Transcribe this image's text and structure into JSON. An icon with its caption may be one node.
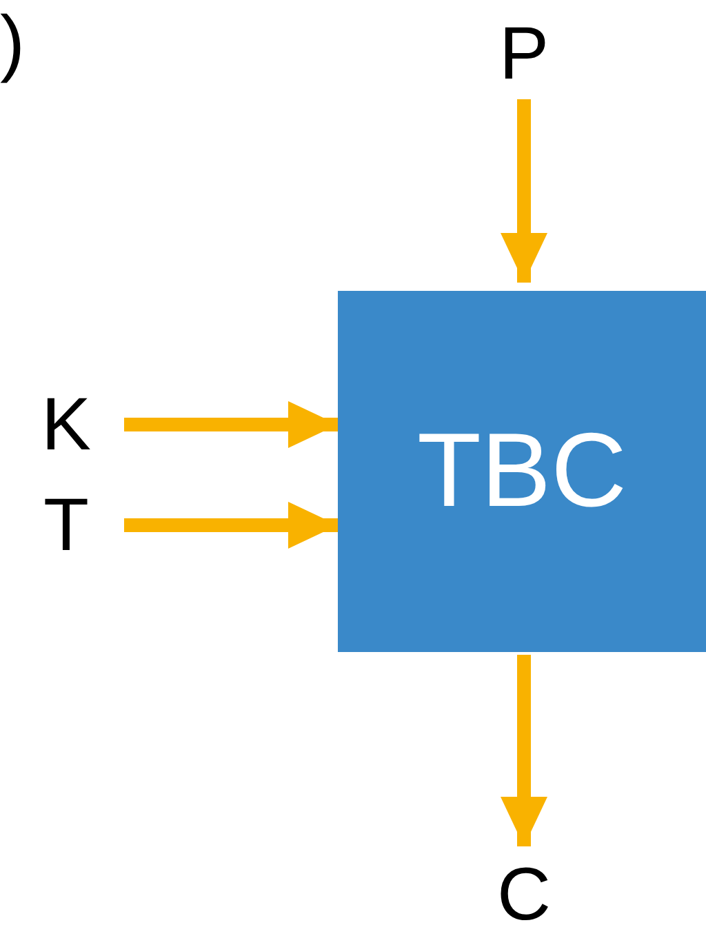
{
  "diagram": {
    "nodes": [
      {
        "text": [
          "TBC"
        ]
      },
      {
        "text": [
          "P"
        ]
      },
      {
        "text": [
          "K"
        ]
      },
      {
        "text": [
          "T"
        ]
      },
      {
        "text": [
          "C"
        ]
      }
    ],
    "edges": [
      {
        "from": 1,
        "to": 0,
        "arrow": "to"
      },
      {
        "from": 2,
        "to": 0,
        "arrow": "to"
      },
      {
        "from": 3,
        "to": 0,
        "arrow": "to"
      },
      {
        "from": 0,
        "to": 4,
        "arrow": "to"
      }
    ],
    "labels": [
      ")"
    ]
  }
}
